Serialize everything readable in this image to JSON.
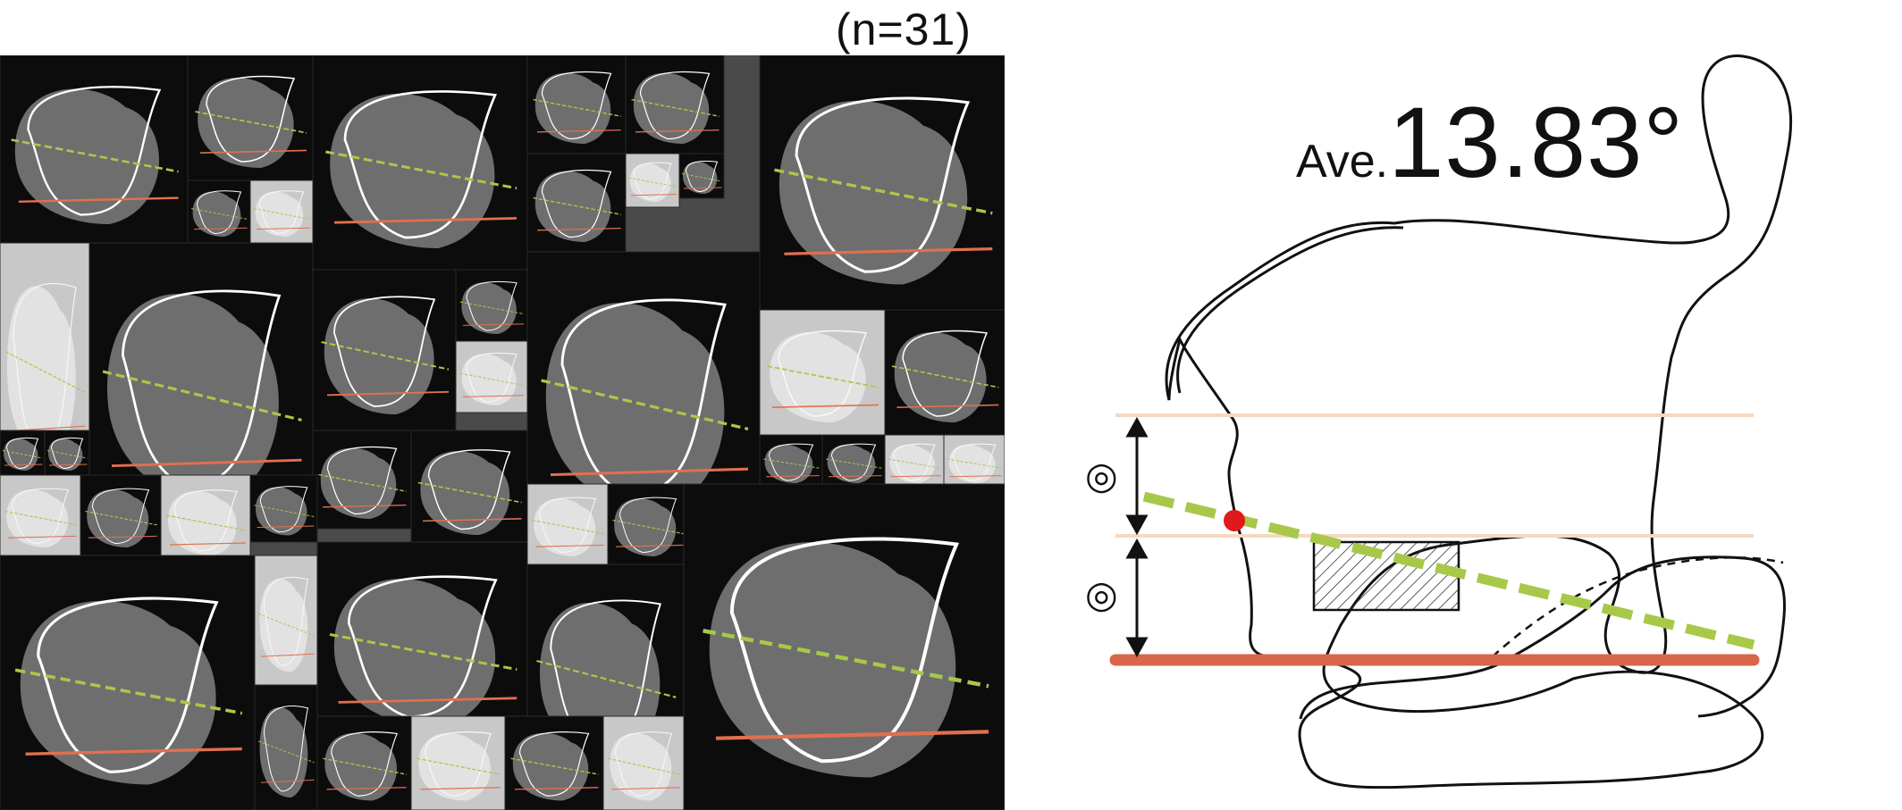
{
  "sample_count_label": "(n=31)",
  "average": {
    "prefix": "Ave.",
    "value": "13.83°"
  },
  "markers": {
    "upper_gap": "◎",
    "lower_gap": "◎"
  },
  "colors": {
    "green_dashed_line": "#a8c84a",
    "red_baseline": "#d9654a",
    "light_reference_line": "#f6d8c0",
    "red_point": "#e0191c",
    "outline": "#111111",
    "ct_background": "#3a3a3a"
  }
}
